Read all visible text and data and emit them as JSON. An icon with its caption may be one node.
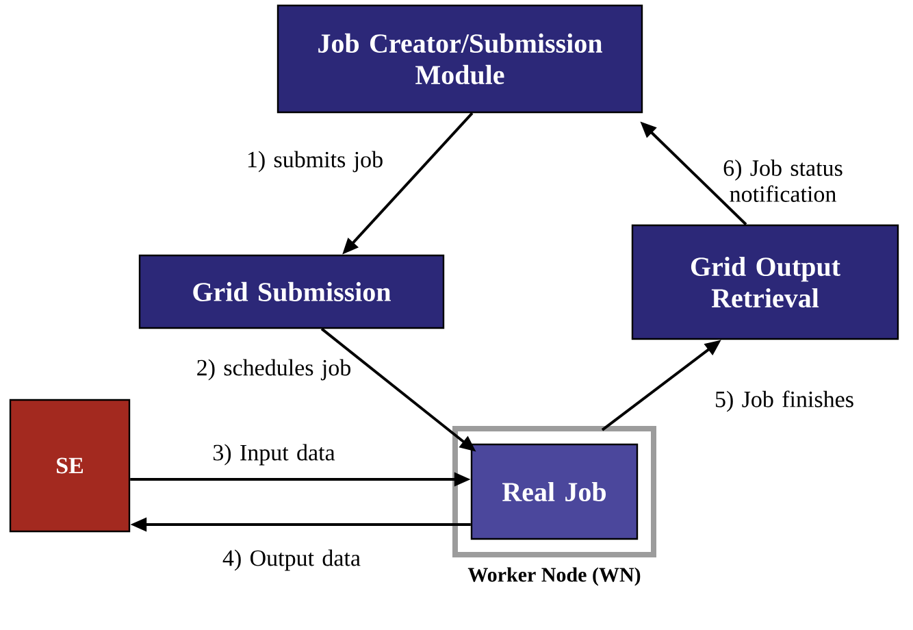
{
  "diagram": {
    "nodes": [
      {
        "text": [
          "Job Creator/Submission Module"
        ]
      },
      {
        "text": [
          "Grid Submission"
        ]
      },
      {
        "text": [
          "Grid Output Retrieval"
        ]
      },
      {
        "text": [
          "SE"
        ]
      },
      {
        "text": [
          "Worker Node (WN)"
        ]
      },
      {
        "text": [
          "Real Job"
        ],
        "in": 4
      }
    ],
    "edges": [
      {
        "from": 0,
        "to": 1,
        "arrow": "to",
        "label": "1) submits job"
      },
      {
        "from": 1,
        "to": 5,
        "arrow": "to",
        "label": "2) schedules job"
      },
      {
        "from": 3,
        "to": 5,
        "arrow": "to",
        "label": "3) Input data"
      },
      {
        "from": 5,
        "to": 3,
        "arrow": "to",
        "label": "4) Output data"
      },
      {
        "from": 5,
        "to": 2,
        "arrow": "to",
        "label": "5) Job finishes"
      },
      {
        "from": 2,
        "to": 0,
        "arrow": "to",
        "label": "6) Job status notification"
      }
    ]
  }
}
